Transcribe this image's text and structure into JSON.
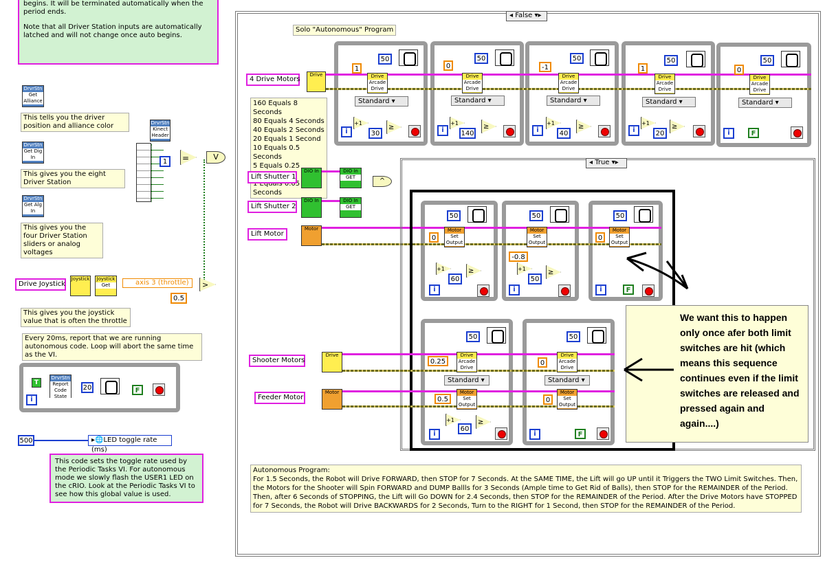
{
  "notes": {
    "top_note": "begins. It will be terminated automatically when the period ends.",
    "top_note2": "Note that all Driver Station inputs are automatically latched and will not change once auto begins.",
    "alliance": "This tells you the driver position and alliance color",
    "digin": "This gives you the eight Driver Station",
    "algin": "This gives you the four Driver Station sliders or analog voltages",
    "joystick": "This gives you the joystick value that is often the throttle",
    "every20": "Every 20ms, report that we are running autonomous code. Loop will abort the same time as the VI.",
    "toggle": "This code sets the toggle rate used by the Periodic Tasks VI. For autonomous mode we slowly flash the USER1 LED on the cRIO. Look at the Periodic Tasks VI to see how this global value is used.",
    "solo": "Solo \"Autonomous\" Program",
    "timing": [
      "160 Equals 8 Seconds",
      "80 Equals 4 Seconds",
      "40 Equals 2 Seconds",
      "20 Equals 1 Second",
      "10 Equals 0.5 Seconds",
      "5 Equals 0.25 Seconds",
      "1 Equals 0.05 Seconds"
    ],
    "autonomous_desc": "Autonomous Program:\nFor 1.5 Seconds, the Robot will Drive FORWARD, then STOP for 7 Seconds. At the SAME TIME, the Lift will go UP until it Triggers the TWO Limit Switches. Then, the Motors for the Shooter will Spin FORWARD and DUMP Ballls for 3 Seconds (Ample time to Get Rid of Balls), then STOP for the REMAINDER of the Period. Then, after 6 Seconds of STOPPING, the Lift will Go DOWN for 2.4 Seconds, then STOP for the REMAINDER of the Period. After the Drive Motors have STOPPED for 7 Seconds, the Robot will Drive BACKWARDS for 2 Seconds, Turn to the RIGHT for 1 Second, then STOP for the REMAINDER of the Period.",
    "callout": "We want this to happen only once afer both limit switches are hit (which means this sequence continues even if the limit switches are released and pressed again and again....)"
  },
  "controls": {
    "drive_motors": "4 Drive Motors",
    "lift_shutter1": "Lift Shutter 1",
    "lift_shutter2": "Lift Shutter 2",
    "lift_motor": "Lift Motor",
    "shooter_motors": "Shooter Motors",
    "feeder_motor": "Feeder Motor",
    "drive_joystick": "Drive Joystick",
    "led_toggle": "LED toggle rate (ms)",
    "axis3": "axis 3 (throttle)"
  },
  "selectors": {
    "case_false": "False",
    "case_true": "True"
  },
  "constants": {
    "one": "1",
    "half": "0.5",
    "twenty": "20",
    "fivehundred": "500",
    "wait50": "50",
    "drive_vals": [
      "1",
      "0",
      "-1",
      "1",
      "0"
    ],
    "drive_counts": [
      "30",
      "140",
      "40",
      "20"
    ],
    "lift_vals": [
      "0",
      "-0.8",
      "0"
    ],
    "lift_counts": [
      "60",
      "50"
    ],
    "shooter_vals": [
      "0.25",
      "0"
    ],
    "feeder_val": "0.5",
    "shooter_count": "60",
    "standard": "Standard",
    "t": "T",
    "f": "F",
    "i": "i",
    "plus1": "+1"
  },
  "vi_labels": {
    "drvrstn": "DrvrStn",
    "get_alliance": "Get Alliance",
    "get_digin": "Get Dig In",
    "get_algin": "Get Alg In",
    "kinect": "Kinect Header",
    "joystick": "Joystick",
    "get": "Get",
    "report": "Report Code State",
    "drive": "Drive",
    "arcade": "Arcade Drive",
    "motor": "Motor",
    "set_output": "Set Output",
    "dio_in": "DIO In",
    "get_caps": "GET"
  },
  "colors": {
    "wire_pink": "#e020e0",
    "num_blue": "#1a3ed0",
    "num_orange": "#f08a00",
    "note_yellow": "#fefed8",
    "note_green": "#d2f2d2"
  }
}
